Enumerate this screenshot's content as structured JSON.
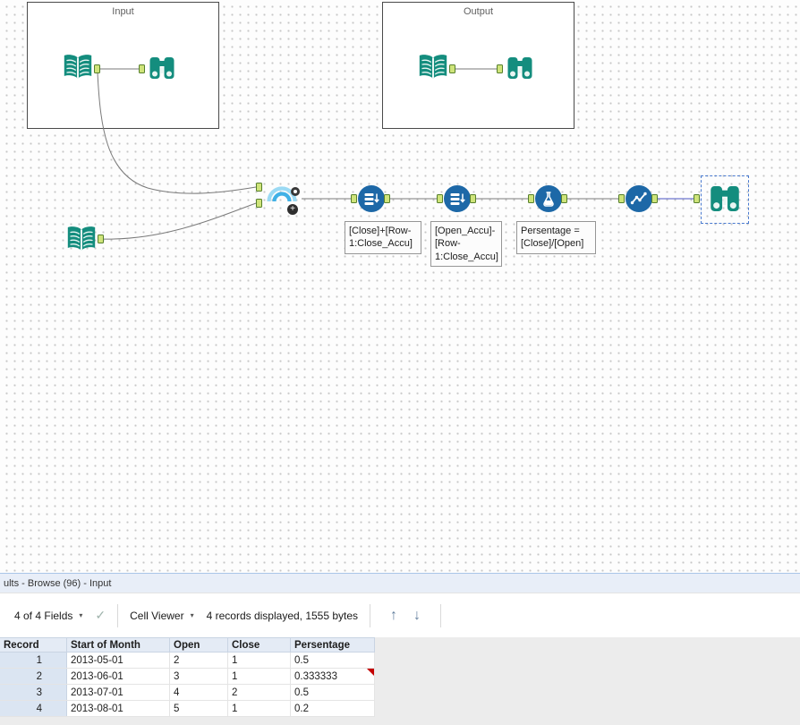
{
  "colors": {
    "teal": "#148d7e",
    "tool_blue": "#1d68a7",
    "join_light_blue": "#41b1e6",
    "anchor_green": "#cfe47a",
    "selection_blue": "#4a7bd0",
    "note_red": "#c40000"
  },
  "canvas": {
    "containers": [
      {
        "label": "Input"
      },
      {
        "label": "Output"
      }
    ],
    "tools": {
      "join_plus_badge": "+",
      "annotations": [
        "[Close]+[Row-1:Close_Accu]",
        "[Open_Accu]-[Row-1:Close_Accu]",
        "Persentage = [Close]/[Open]"
      ]
    }
  },
  "results": {
    "title": "ults - Browse (96) - Input",
    "toolbar": {
      "fields_dropdown": "4 of 4 Fields",
      "cell_viewer_dropdown": "Cell Viewer",
      "records_info": "4 records displayed, 1555 bytes"
    },
    "icons": {
      "dropdown": "▾",
      "check": "✓",
      "up": "↑",
      "down": "↓"
    },
    "table": {
      "columns": [
        "Record",
        "Start of Month",
        "Open",
        "Close",
        "Persentage"
      ],
      "rows": [
        [
          "1",
          "2013-05-01",
          "2",
          "1",
          "0.5"
        ],
        [
          "2",
          "2013-06-01",
          "3",
          "1",
          "0.333333"
        ],
        [
          "3",
          "2013-07-01",
          "4",
          "2",
          "0.5"
        ],
        [
          "4",
          "2013-08-01",
          "5",
          "1",
          "0.2"
        ]
      ]
    }
  }
}
